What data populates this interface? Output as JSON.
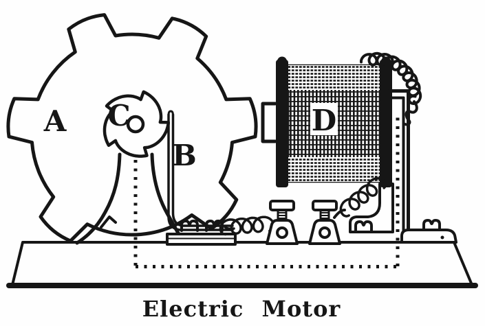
{
  "figure": {
    "caption": "Electric Motor"
  },
  "labels": [
    {
      "id": "A",
      "text": "A"
    },
    {
      "id": "B",
      "text": "B"
    },
    {
      "id": "C",
      "text": "C"
    },
    {
      "id": "D",
      "text": "D"
    }
  ],
  "colors": {
    "ink": "#161616",
    "paper": "#fefefe"
  }
}
